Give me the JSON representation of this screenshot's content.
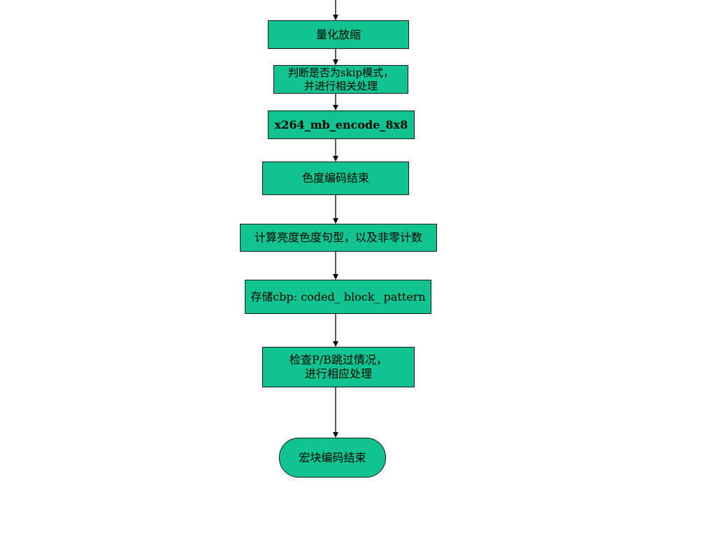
{
  "flowchart": {
    "steps": [
      {
        "id": "quant",
        "label": "量化放缩"
      },
      {
        "id": "skip",
        "label": "判断是否为skip模式，\n并进行相关处理"
      },
      {
        "id": "encode8x8",
        "label": "x264_mb_encode_8x8"
      },
      {
        "id": "chroma_end",
        "label": "色度编码结束"
      },
      {
        "id": "cbp_calc",
        "label": "计算亮度色度句型，以及非零计数"
      },
      {
        "id": "cbp_store",
        "label": "存储cbp: coded_ block_ pattern"
      },
      {
        "id": "pb_skip",
        "label": "检查P/B跳过情况，\n进行相应处理"
      },
      {
        "id": "mb_end",
        "label": "宏块编码结束"
      }
    ]
  },
  "colors": {
    "node_fill": "#10c38f",
    "border": "#1a1a1a",
    "arrow": "#000000"
  }
}
